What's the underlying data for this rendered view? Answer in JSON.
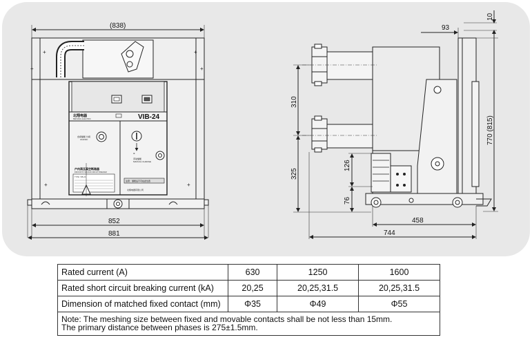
{
  "drawing": {
    "front_view": {
      "top_width": "(838)",
      "inner_width": "852",
      "outer_width": "881",
      "panel_label": "VIB-24",
      "logo_text": "北翔电器",
      "logo_sub": "BEIXIANG ELECTRIC",
      "left_label": "合闸储能 分闸",
      "left_sub": "ON/OFF",
      "right_label": "手动储能",
      "right_sub": "MANUAL CHARGE",
      "plate_title": "户内高压真空断路器",
      "plate_sub": "INDOOR HV VACUUM CIRCUIT BREAKER",
      "plate_model": "TYPE: VIB-24",
      "warn_text": "注意：储能后不可在此位置",
      "bottom_text": "北翔电器有限公司"
    },
    "side_view": {
      "top_offset": "10",
      "arm_width": "93",
      "upper_spacing": "310",
      "lower_height": "325",
      "contact_height": "126",
      "base_height": "76",
      "total_height": "770 (815)",
      "base_depth": "458",
      "total_depth": "744"
    }
  },
  "spec_table": {
    "rows": [
      {
        "label": "Rated current (A)",
        "v1": "630",
        "v2": "1250",
        "v3": "1600"
      },
      {
        "label": "Rated short circuit breaking current (kA)",
        "v1": "20,25",
        "v2": "20,25,31.5",
        "v3": "20,25,31.5"
      },
      {
        "label": "Dimension of matched fixed contact (mm)",
        "v1": "Φ35",
        "v2": "Φ49",
        "v3": "Φ55"
      }
    ],
    "note_line1": "Note: The meshing  size between fixed and movable contacts shall be not less than 15mm.",
    "note_line2": "The primary distance between phases is 275±1.5mm."
  }
}
